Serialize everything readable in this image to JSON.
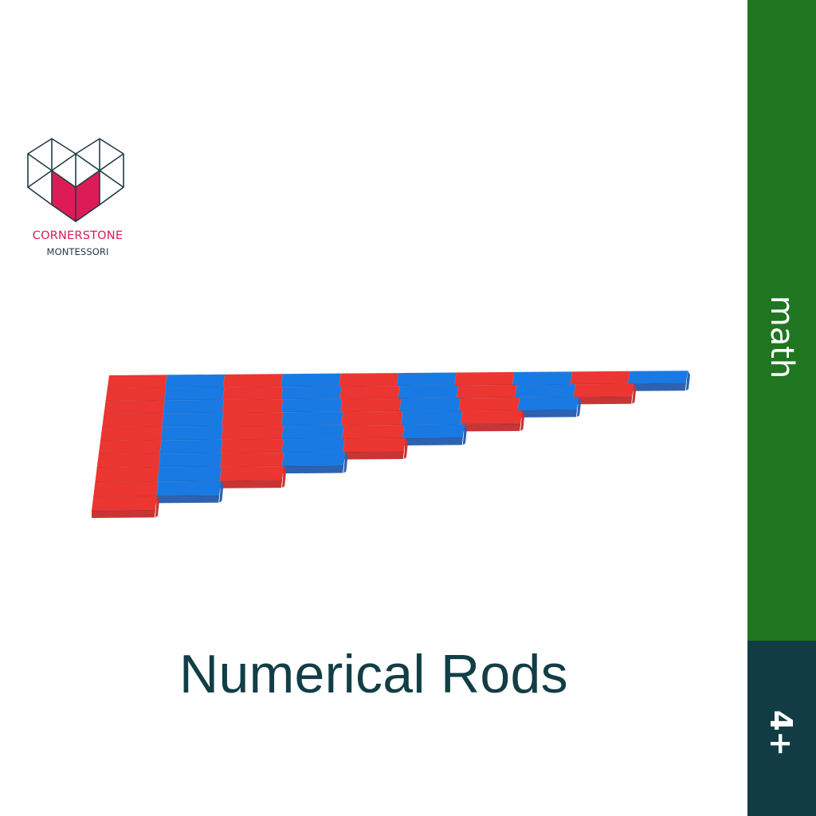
{
  "brand": {
    "name": "CORNERSTONE",
    "subtitle": "MONTESSORI",
    "logo_icon": "hexagon-heart-book-icon",
    "colors": {
      "accent": "#d81b55",
      "outline": "#1e3a44"
    }
  },
  "material": {
    "title": "Numerical Rods",
    "image": "numerical-rods-illustration"
  },
  "sidebar": {
    "subject": "math",
    "age": "4+",
    "colors": {
      "subject_bg": "#1f7520",
      "age_bg": "#113c44",
      "text": "#ffffff"
    }
  },
  "rods": {
    "lengths": [
      10,
      9,
      8,
      7,
      6,
      5,
      4,
      3,
      2,
      1
    ],
    "segment_colors": [
      "red",
      "blue"
    ],
    "colors": {
      "red_top": "#ec3631",
      "red_front": "#c93434",
      "blue_top": "#1a7ae4",
      "blue_front": "#2c62b0"
    }
  }
}
